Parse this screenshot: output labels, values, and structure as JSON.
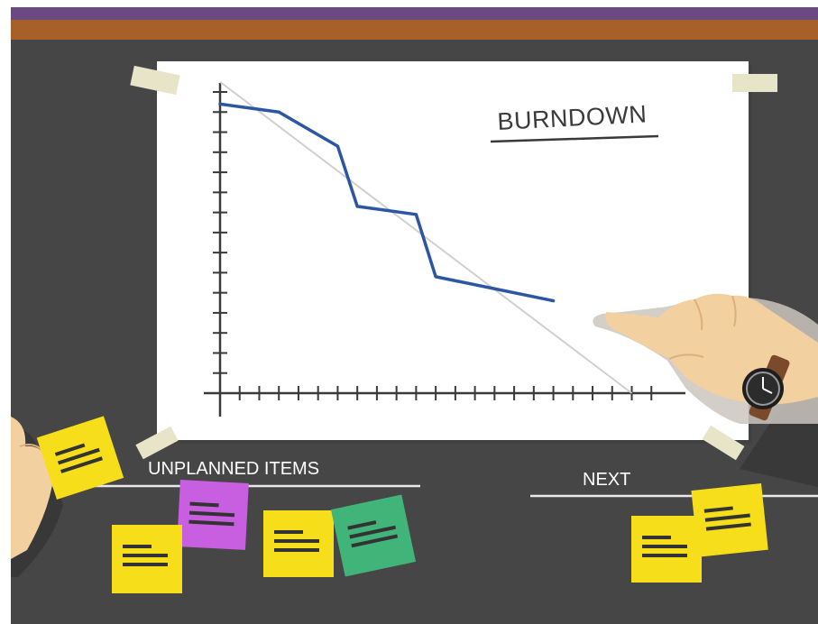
{
  "chart": {
    "title": "BURNDOWN"
  },
  "board": {
    "unplanned_label": "UNPLANNED ITEMS",
    "next_label": "NEXT"
  },
  "colors": {
    "frame_purple": "#6b4a82",
    "frame_wood": "#a8602a",
    "board": "#464646",
    "paper": "#ffffff",
    "burndown_line": "#2b56a3",
    "ideal_line": "#d0d0d0",
    "note_yellow": "#f6df1a",
    "note_magenta": "#c85ee0",
    "note_green": "#41b47a",
    "tape": "#e8e4c8",
    "skin": "#f3d0a0"
  },
  "icons": [
    "wristwatch-icon",
    "pointing-hand-icon"
  ],
  "chart_data": {
    "type": "line",
    "title": "BURNDOWN",
    "xlabel": "",
    "ylabel": "",
    "x": [
      0,
      3,
      6,
      7,
      10,
      11,
      17
    ],
    "series": [
      {
        "values": [
          14.4,
          14.0,
          12.3,
          9.3,
          8.9,
          5.8,
          4.6
        ]
      }
    ],
    "ideal": {
      "x": [
        0,
        21
      ],
      "values": [
        15.5,
        0
      ]
    },
    "xlim": [
      0,
      23
    ],
    "ylim": [
      0,
      15
    ],
    "grid": false,
    "legend": "none"
  }
}
